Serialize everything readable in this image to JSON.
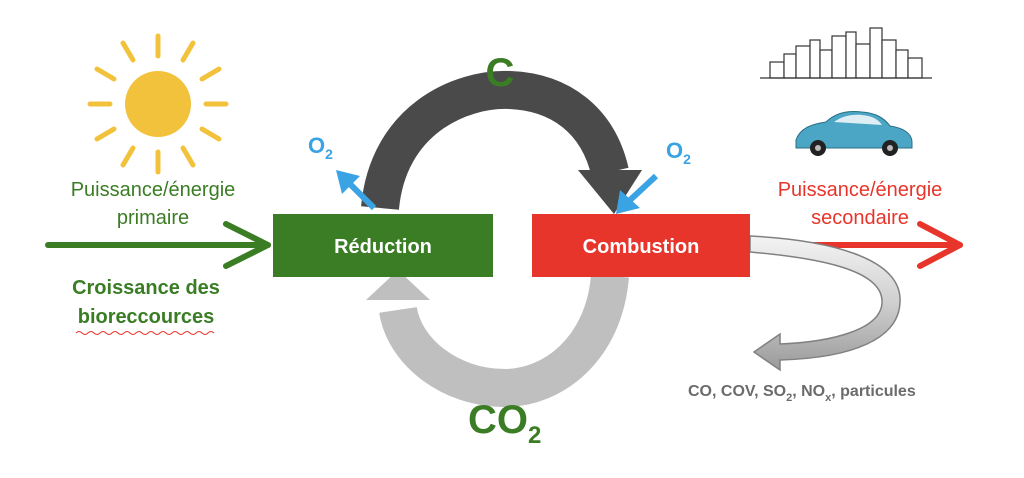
{
  "labels": {
    "carbon": "C",
    "co2_main": "CO",
    "co2_sub": "2",
    "o2_left_main": "O",
    "o2_left_sub": "2",
    "o2_right_main": "O",
    "o2_right_sub": "2",
    "primary_line1": "Puissance/énergie",
    "primary_line2": "primaire",
    "growth_line1": "Croissance des",
    "growth_line2": "biorессources",
    "secondary_line1": "Puissance/énergie",
    "secondary_line2": "secondaire",
    "reduction": "Réduction",
    "combustion": "Combustion",
    "emissions_co": "CO, COV, SO",
    "emissions_so2_sub": "2",
    "emissions_sep": ", ",
    "emissions_nox": "NO",
    "emissions_nox_sub": "x",
    "emissions_tail": ", particules"
  },
  "icons": [
    "sun-icon",
    "city-skyline-icon",
    "car-icon"
  ],
  "colors": {
    "green": "#3a7d24",
    "red": "#e8352b",
    "blue": "#3aa3e3",
    "dark_gray": "#4a4a4a",
    "light_gray": "#bfbfbf",
    "sun": "#f3c23c",
    "emission_text": "#6b6b6b"
  }
}
